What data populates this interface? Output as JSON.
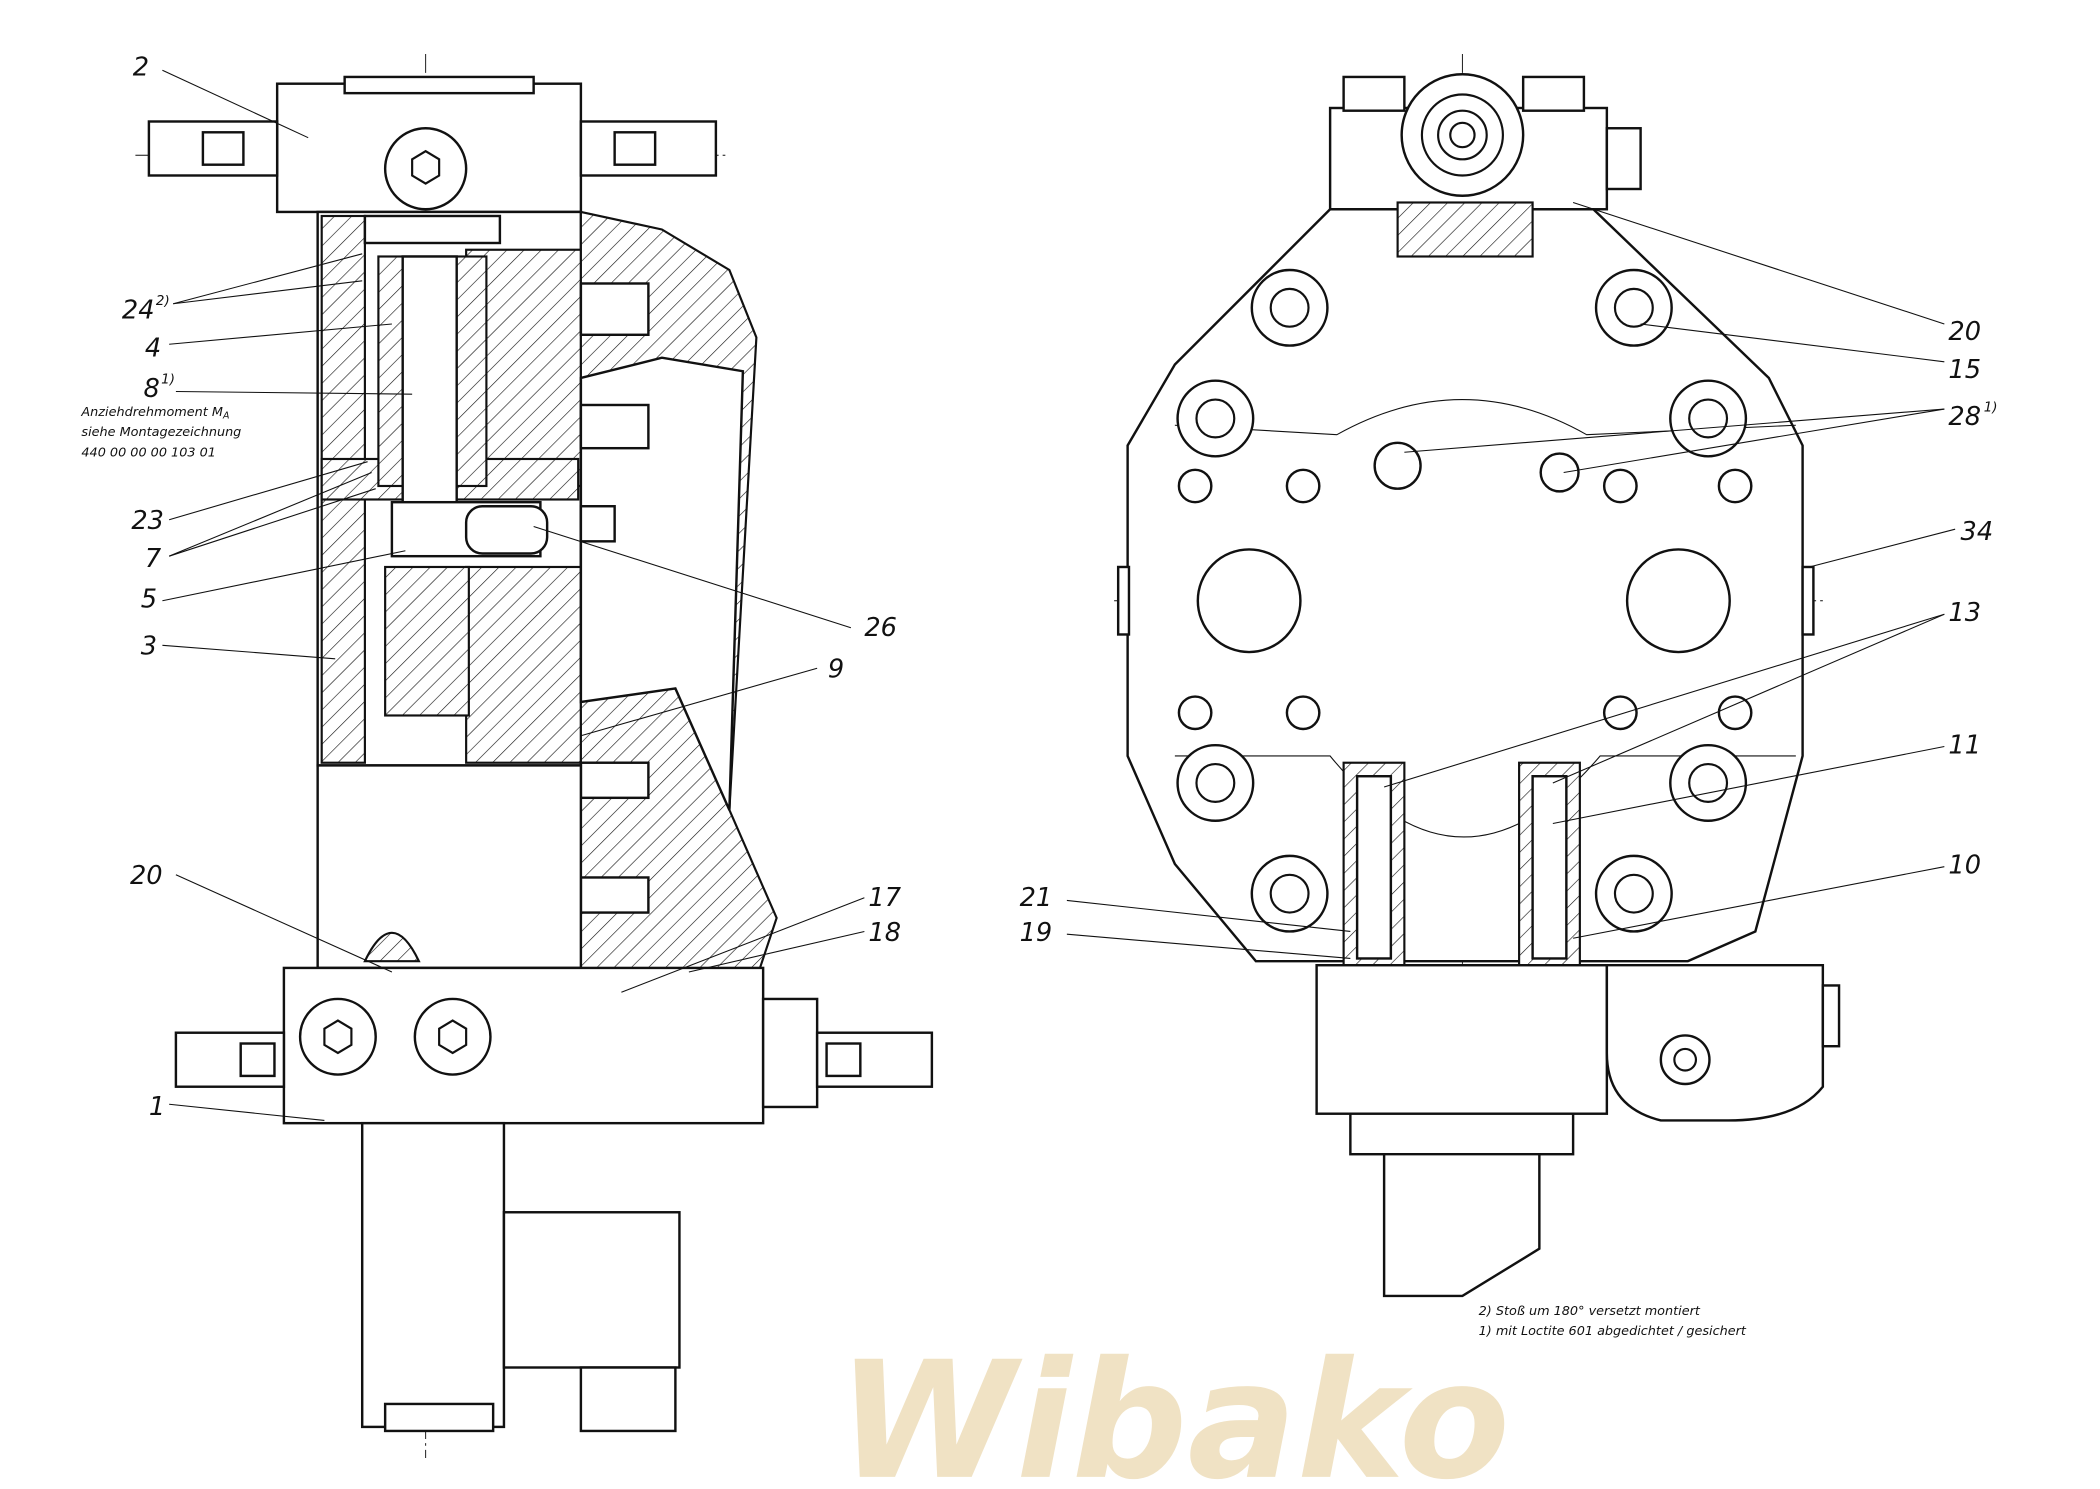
{
  "watermark": "Wibako",
  "left_view": {
    "labels": {
      "l2": "2",
      "l24": "24",
      "l24_sup": "2)",
      "l4": "4",
      "l8": "8",
      "l8_sup": "1)",
      "l23": "23",
      "l7": "7",
      "l5": "5",
      "l3": "3",
      "l20": "20",
      "l1": "1",
      "l26": "26",
      "l9": "9",
      "l17": "17",
      "l18": "18"
    },
    "torque_note": {
      "line1": "Anziehdrehmoment M",
      "line1_sub": "A",
      "line2": "siehe Montagezeichnung",
      "line3": "440 00 00 00 103 01"
    }
  },
  "right_view": {
    "labels": {
      "r20": "20",
      "r15": "15",
      "r28": "28",
      "r28_sup": "1)",
      "r34": "34",
      "r13": "13",
      "r11": "11",
      "r10": "10",
      "r21": "21",
      "r19": "19"
    }
  },
  "footnotes": {
    "note2": "2) Stoß um 180° versetzt montiert",
    "note1": "1) mit Loctite 601 abgedichtet / gesichert"
  }
}
